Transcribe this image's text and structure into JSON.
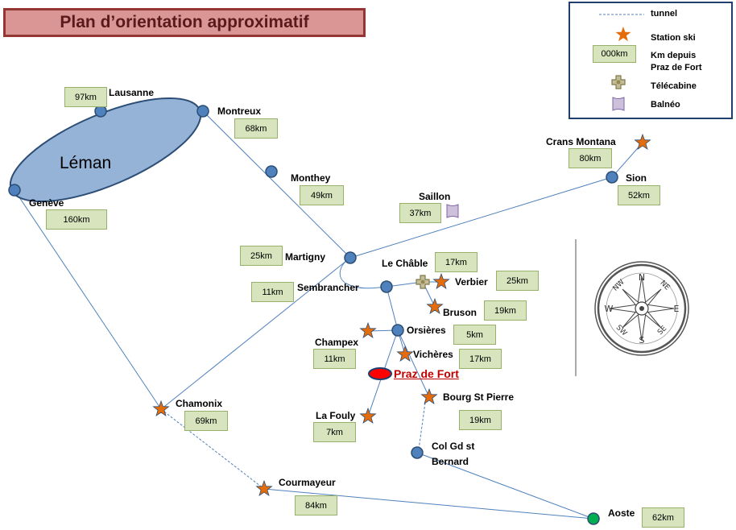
{
  "title": "Plan d’orientation approximatif",
  "legend": {
    "tunnel": "tunnel",
    "station_ski": "Station ski",
    "km_sample": "000km",
    "km_desc_line1": "Km depuis",
    "km_desc_line2": "Praz de Fort",
    "telecabine": "Télécabine",
    "balneo": "Balnéo"
  },
  "lake": "Léman",
  "highlight": "Praz de Fort",
  "places": {
    "lausanne": {
      "name": "Lausanne",
      "km": "97km"
    },
    "montreux": {
      "name": "Montreux",
      "km": "68km"
    },
    "geneve": {
      "name": "Genève",
      "km": "160km"
    },
    "monthey": {
      "name": "Monthey",
      "km": "49km"
    },
    "saillon": {
      "name": "Saillon",
      "km": "37km"
    },
    "crans": {
      "name": "Crans Montana",
      "km": "80km"
    },
    "sion": {
      "name": "Sion",
      "km": "52km"
    },
    "martigny": {
      "name": "Martigny",
      "km": "25km"
    },
    "lechable": {
      "name": "Le Châble",
      "km": "17km"
    },
    "sembrancher": {
      "name": "Sembrancher",
      "km": "11km"
    },
    "verbier": {
      "name": "Verbier",
      "km": "25km"
    },
    "bruson": {
      "name": "Bruson",
      "km": "19km"
    },
    "orsieres": {
      "name": "Orsières",
      "km": "5km"
    },
    "champex": {
      "name": "Champex",
      "km": "11km"
    },
    "vicheres": {
      "name": "Vichères",
      "km": "17km"
    },
    "bourg": {
      "name": "Bourg St Pierre",
      "km": "19km"
    },
    "chamonix": {
      "name": "Chamonix",
      "km": "69km"
    },
    "lafouly": {
      "name": "La Fouly",
      "km": "7km"
    },
    "colgd_line1": {
      "name": "Col Gd st"
    },
    "colgd_line2": {
      "name": "Bernard"
    },
    "courmayeur": {
      "name": "Courmayeur",
      "km": "84km"
    },
    "aoste": {
      "name": "Aoste",
      "km": "62km"
    }
  },
  "compass": {
    "n": "N",
    "s": "S",
    "e": "E",
    "w": "W",
    "ne": "NE",
    "nw": "NW",
    "se": "SE",
    "sw": "SW"
  },
  "colors": {
    "road": "#4f81bd",
    "node": "#4f81bd",
    "node_border": "#2c4d75",
    "star": "#e46c0a",
    "lake": "#95b3d7",
    "km_box": "#d7e4bd",
    "aoste": "#00b050",
    "highlight": "#ff0000"
  }
}
